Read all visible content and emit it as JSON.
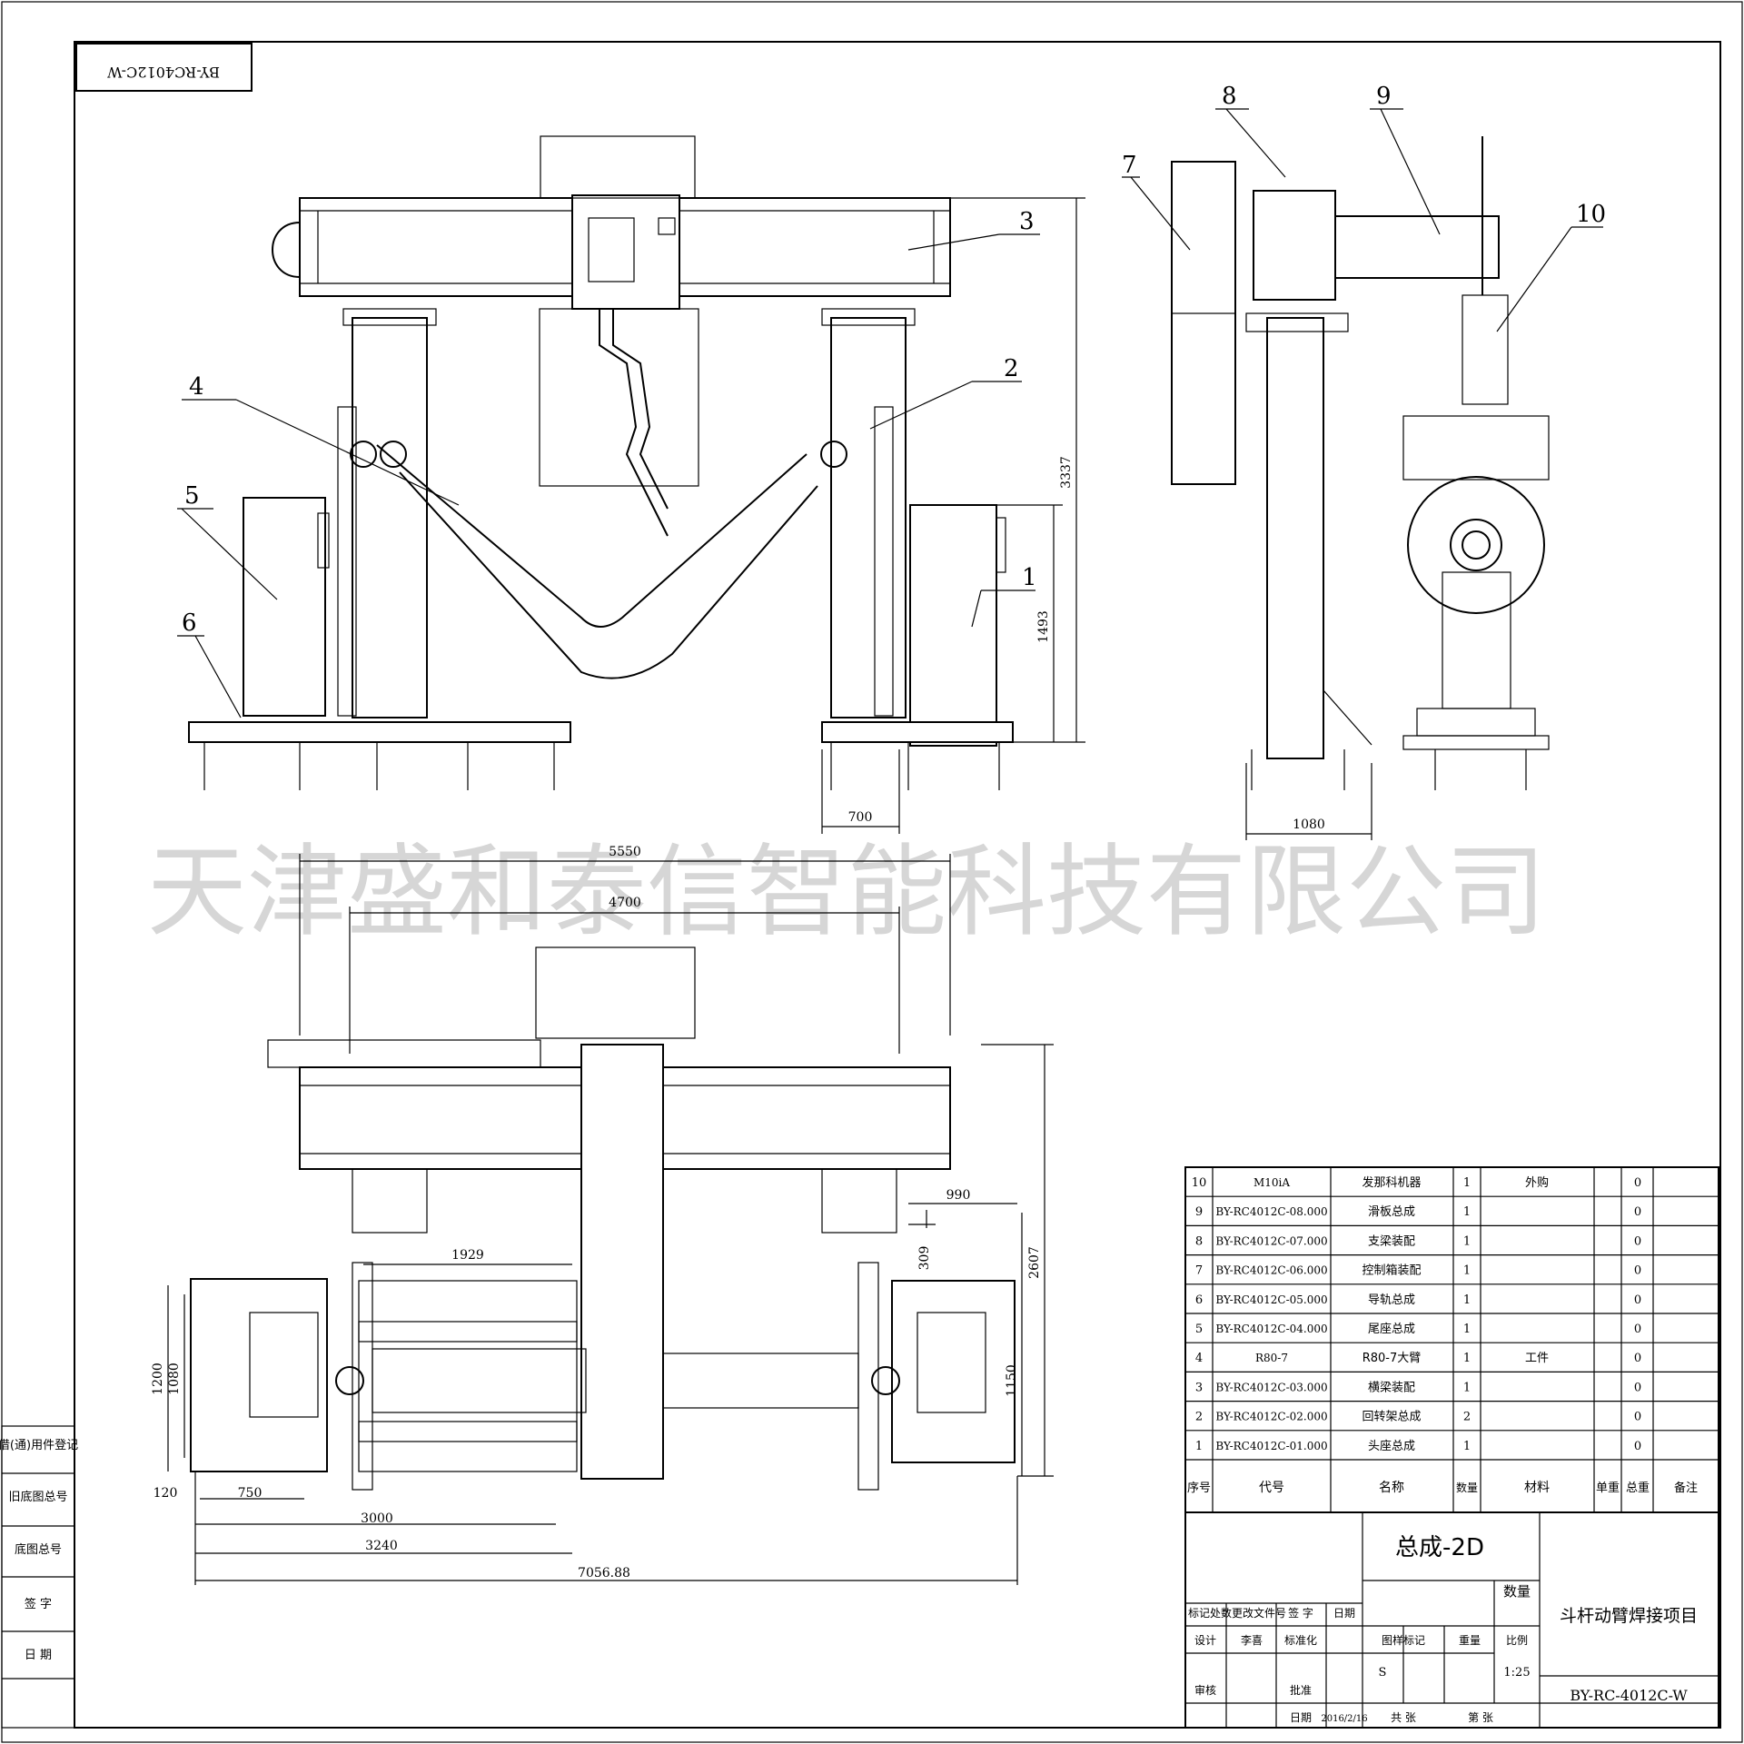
{
  "drawing_code_rotated": "BY-RC4012C-W",
  "watermark": "天津盛和泰信智能科技有限公司",
  "balloons": [
    "1",
    "2",
    "3",
    "4",
    "5",
    "6",
    "7",
    "8",
    "9",
    "10"
  ],
  "dimensions": {
    "front_height_total": "3337",
    "front_height_pos": "1493",
    "front_width_base": "700",
    "side_width_base": "1080",
    "plan_5550": "5550",
    "plan_4700": "4700",
    "plan_990": "990",
    "plan_309": "309",
    "plan_2607": "2607",
    "plan_1150": "1150",
    "plan_1929": "1929",
    "plan_1200": "1200",
    "plan_1080": "1080",
    "plan_120": "120",
    "plan_750": "750",
    "plan_3000": "3000",
    "plan_3240": "3240",
    "plan_total": "7056.88"
  },
  "left_margin": [
    "借(通)用件登记",
    "旧底图总号",
    "底图总号",
    "签  字",
    "日  期"
  ],
  "bom": {
    "rows": [
      {
        "no": "10",
        "code": "M10iA",
        "name": "发那科机器",
        "qty": "1",
        "material": "外购",
        "total": "0"
      },
      {
        "no": "9",
        "code": "BY-RC4012C-08.000",
        "name": "滑板总成",
        "qty": "1",
        "material": "",
        "total": "0"
      },
      {
        "no": "8",
        "code": "BY-RC4012C-07.000",
        "name": "支梁装配",
        "qty": "1",
        "material": "",
        "total": "0"
      },
      {
        "no": "7",
        "code": "BY-RC4012C-06.000",
        "name": "控制箱装配",
        "qty": "1",
        "material": "",
        "total": "0"
      },
      {
        "no": "6",
        "code": "BY-RC4012C-05.000",
        "name": "导轨总成",
        "qty": "1",
        "material": "",
        "total": "0"
      },
      {
        "no": "5",
        "code": "BY-RC4012C-04.000",
        "name": "尾座总成",
        "qty": "1",
        "material": "",
        "total": "0"
      },
      {
        "no": "4",
        "code": "R80-7",
        "name": "R80-7大臂",
        "qty": "1",
        "material": "工件",
        "total": "0"
      },
      {
        "no": "3",
        "code": "BY-RC4012C-03.000",
        "name": "横梁装配",
        "qty": "1",
        "material": "",
        "total": "0"
      },
      {
        "no": "2",
        "code": "BY-RC4012C-02.000",
        "name": "回转架总成",
        "qty": "2",
        "material": "",
        "total": "0"
      },
      {
        "no": "1",
        "code": "BY-RC4012C-01.000",
        "name": "头座总成",
        "qty": "1",
        "material": "",
        "total": "0"
      }
    ],
    "header": {
      "no": "序号",
      "code": "代号",
      "name": "名称",
      "qty": "数量",
      "material": "材料",
      "unit_weight": "单重",
      "total_weight": "总重",
      "remarks": "备注"
    }
  },
  "title_block": {
    "drawing_name": "总成-2D",
    "project": "斗杆动臂焊接项目",
    "drawing_no": "BY-RC-4012C-W",
    "qty_label": "数量",
    "scale_label": "比例",
    "scale": "1:25",
    "weight_label": "重量",
    "stage_label": "图样标记",
    "stage_mark": "S",
    "revision_header": "标记处数更改文件号",
    "sign_label": "签 字",
    "date_label": "日期",
    "design_label": "设计",
    "designer": "李喜",
    "standard_label": "标准化",
    "review_label": "审核",
    "approve_label": "批准",
    "date_row_label": "日期",
    "date_value": "2016/2/16",
    "sheets": "共  张",
    "sheet_no": "第  张"
  }
}
